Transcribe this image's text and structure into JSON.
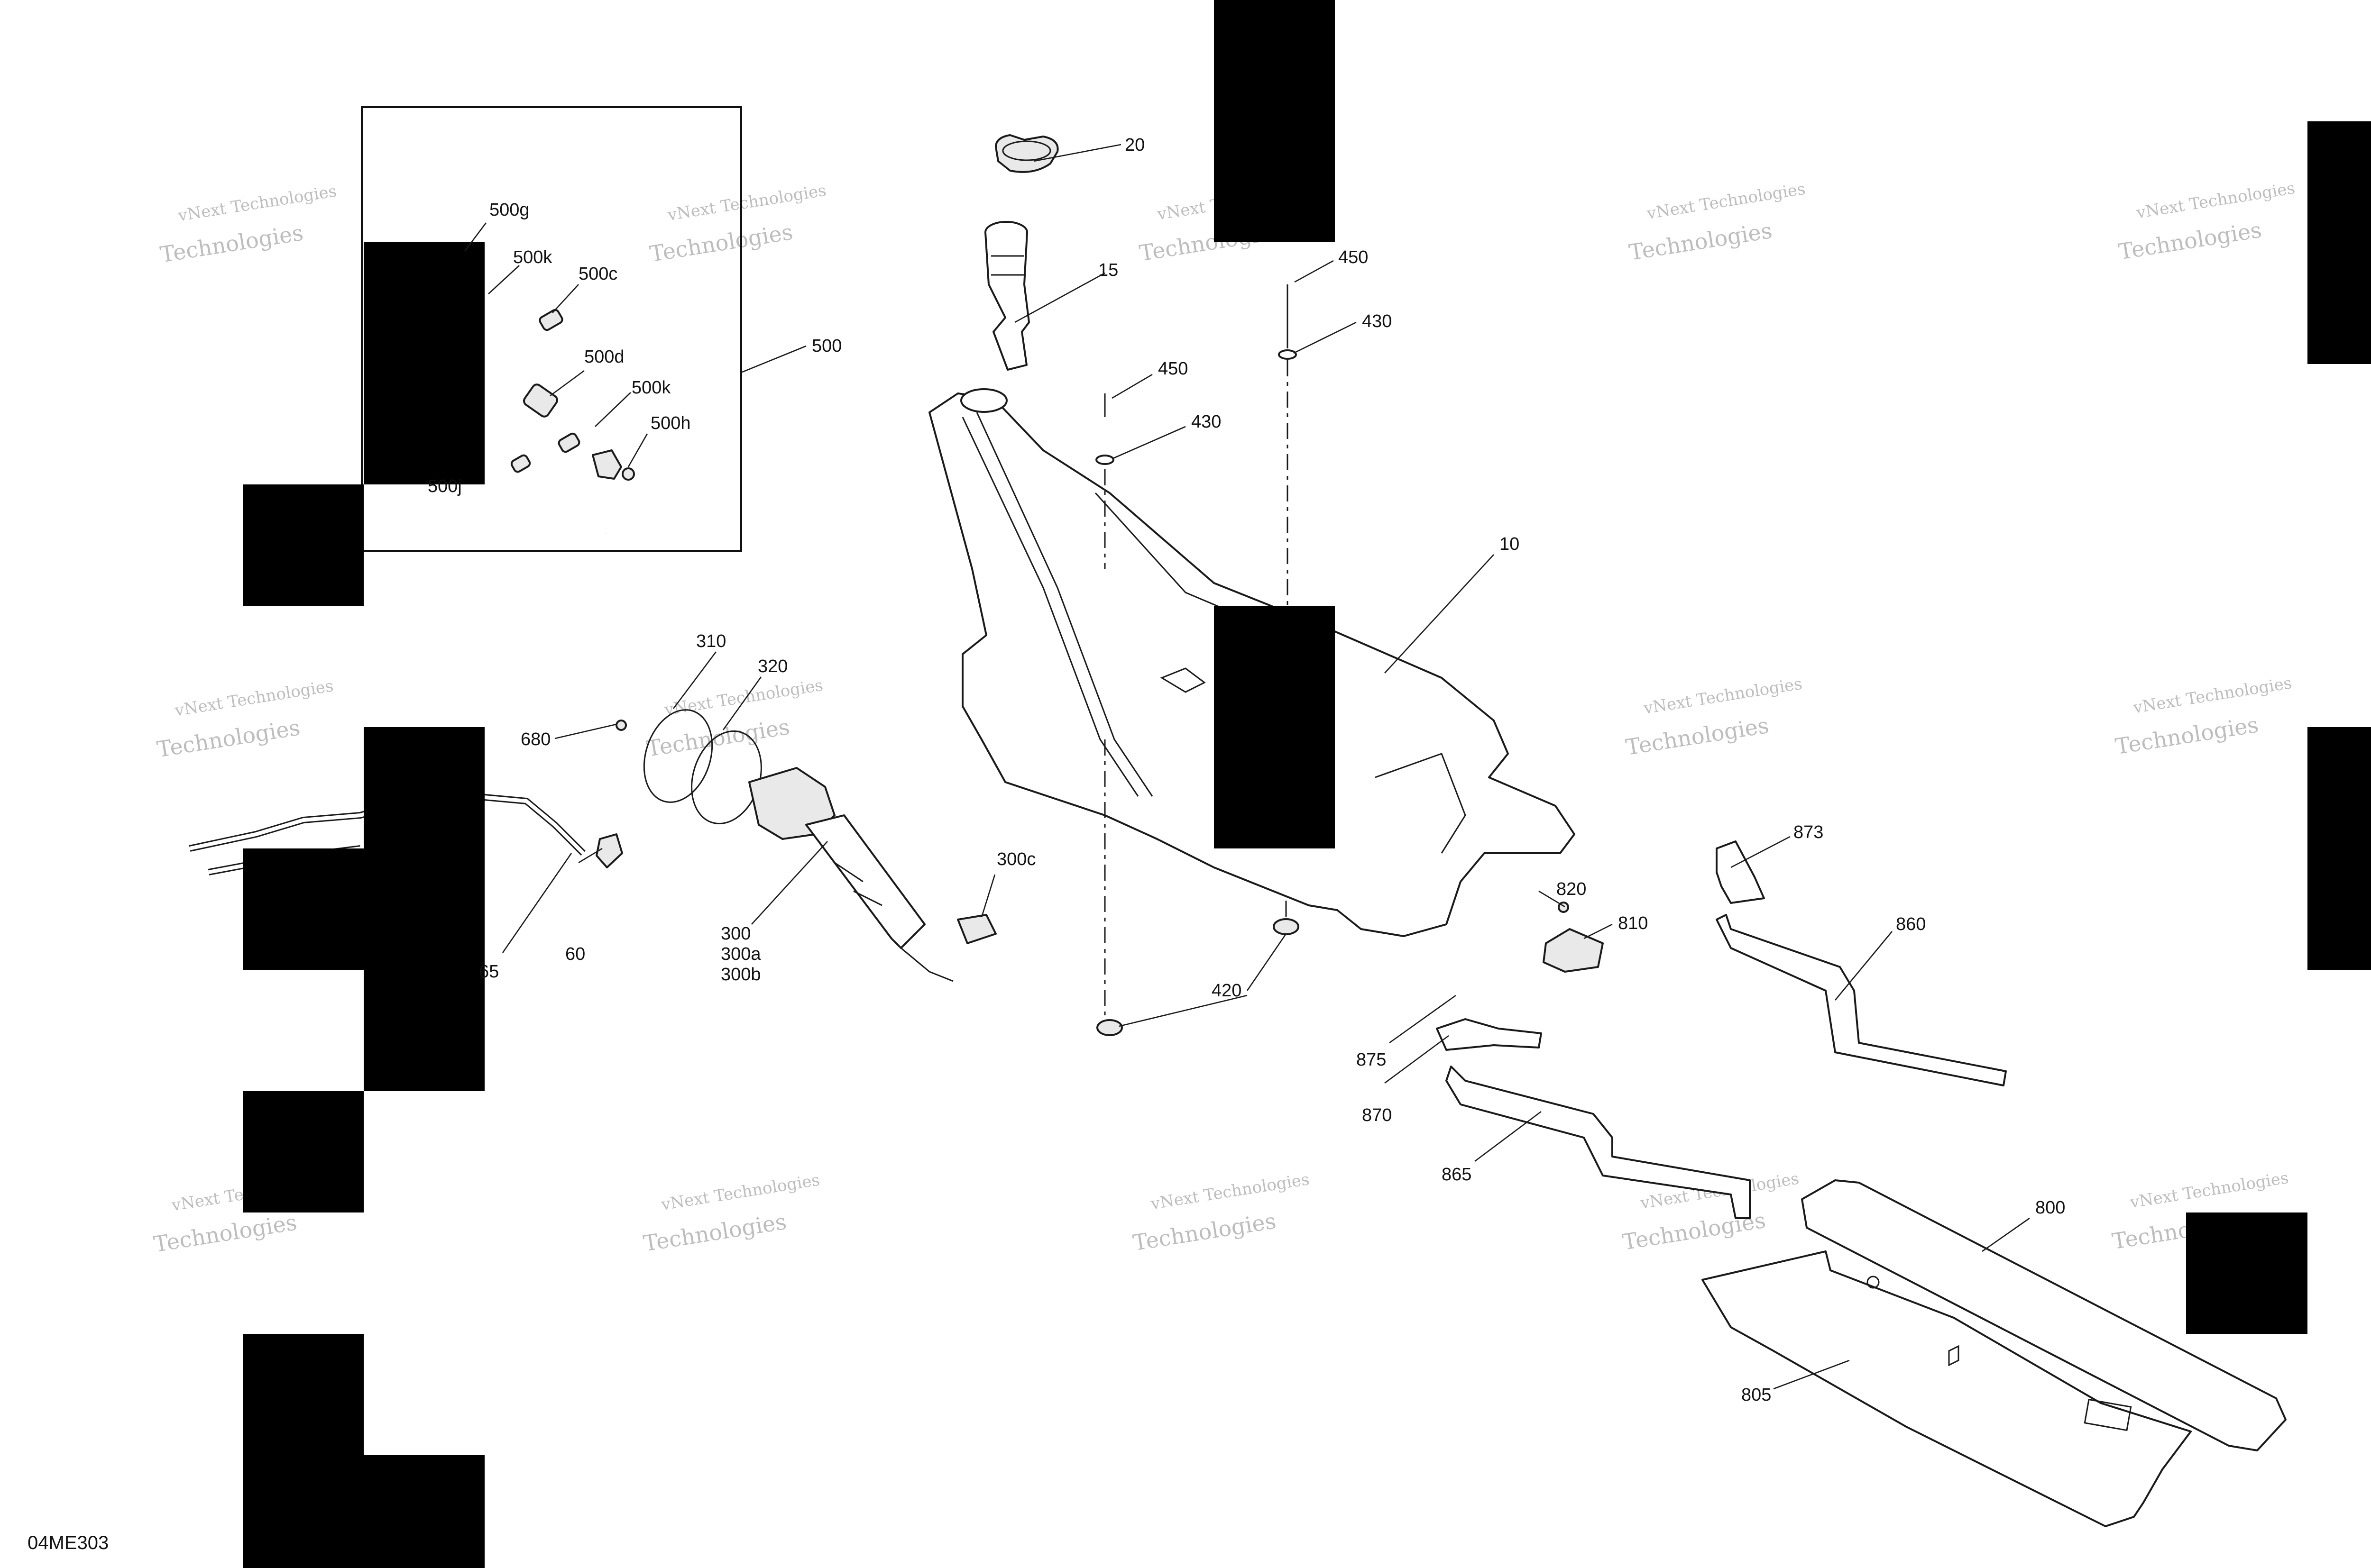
{
  "diagram_code": "04ME303",
  "watermark": {
    "line1": "vNext Technologies",
    "line2": "Technologies"
  },
  "callouts": {
    "c10": "10",
    "c15": "15",
    "c20": "20",
    "c420": "420",
    "c430a": "430",
    "c430b": "430",
    "c450a": "450",
    "c450b": "450",
    "c500": "500",
    "c500c": "500c",
    "c500d": "500d",
    "c500g": "500g",
    "c500h": "500h",
    "c500k1": "500k",
    "c500k2": "500k",
    "c500j": "500j",
    "c300": "300",
    "c300a": "300a",
    "c300b": "300b",
    "c300c": "300c",
    "c310": "310",
    "c320": "320",
    "c60": "60",
    "c65": "65",
    "c680": "680",
    "c800": "800",
    "c805": "805",
    "c810": "810",
    "c820": "820",
    "c860": "860",
    "c865": "865",
    "c870": "870",
    "c873": "873",
    "c875": "875"
  }
}
